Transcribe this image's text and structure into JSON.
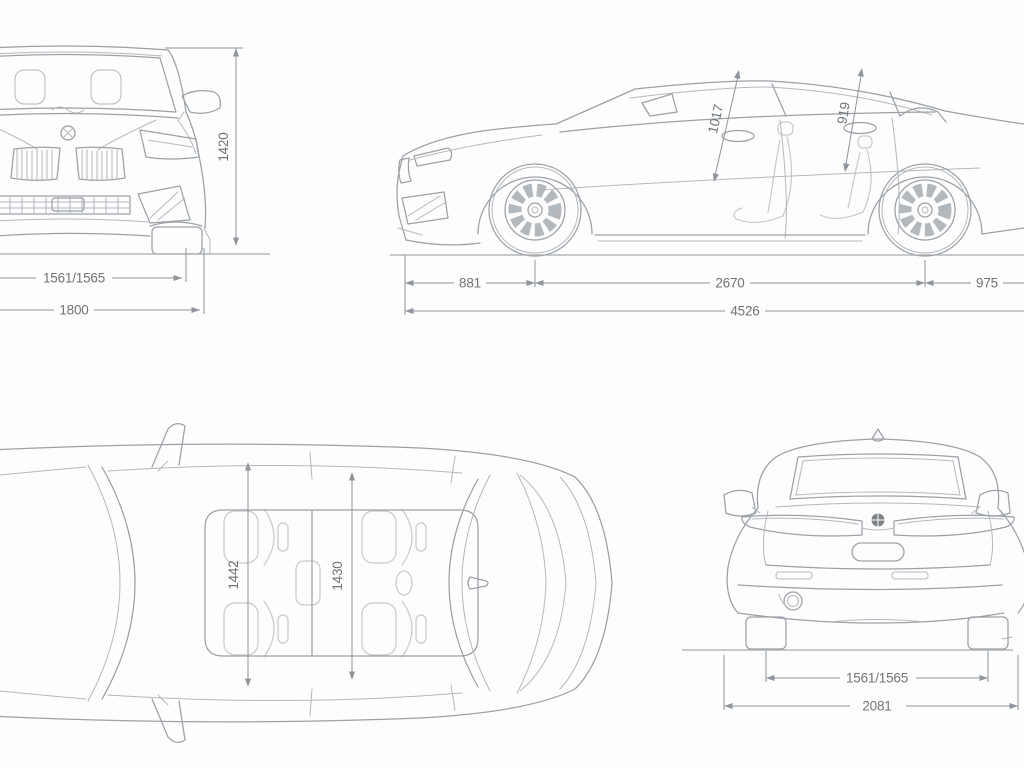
{
  "colors": {
    "line": "#9ba1a7",
    "line_light": "#b3b8bd",
    "seat_line": "#c6cacd",
    "dimension_line": "#8f959b",
    "dimension_text": "#6f7478",
    "background": "#fdfdfd"
  },
  "views": {
    "front": {
      "height": "1420",
      "track_width": "1561/1565",
      "overall_width": "1800"
    },
    "side": {
      "headroom_front": "1017",
      "headroom_rear": "919",
      "front_overhang": "881",
      "wheelbase": "2670",
      "rear_overhang": "975",
      "overall_length": "4526"
    },
    "top": {
      "interior_width_front": "1442",
      "interior_width_rear": "1430"
    },
    "rear": {
      "track_width": "1561/1565",
      "width_incl_mirrors": "2081"
    }
  }
}
